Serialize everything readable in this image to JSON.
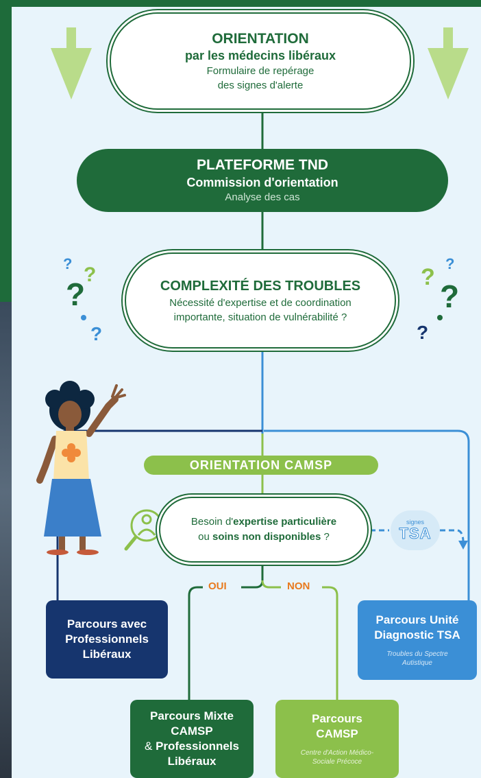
{
  "orientation": {
    "title": "ORIENTATION",
    "subtitle": "par les médecins libéraux",
    "line1": "Formulaire de repérage",
    "line2": "des signes d'alerte"
  },
  "plateforme": {
    "title": "PLATEFORME TND",
    "subtitle": "Commission d'orientation",
    "line1": "Analyse des cas"
  },
  "complexite": {
    "title": "COMPLEXITÉ DES TROUBLES",
    "line1": "Nécessité d'expertise et de coordination",
    "line2": "importante, situation de vulnérabilité ?"
  },
  "camsp_banner": "ORIENTATION CAMSP",
  "besoin": {
    "prefix": "Besoin d'",
    "bold1": "expertise particulière",
    "mid": "ou ",
    "bold2": "soins non disponibles",
    "suffix": " ?"
  },
  "tsa_badge": {
    "small": "signes",
    "big": "TSA"
  },
  "oui_label": "OUI",
  "non_label": "NON",
  "cards": {
    "liberaux": "Parcours avec Professionnels Libéraux",
    "unite_title": "Parcours Unité Diagnostic TSA",
    "unite_sub": "Troubles du Spectre Autistique",
    "mixte_l1": "Parcours Mixte",
    "mixte_l2": "CAMSP",
    "mixte_amp": "& ",
    "mixte_l3": "Professionnels",
    "mixte_l4": "Libéraux",
    "camsp_title": "Parcours CAMSP",
    "camsp_sub": "Centre d'Action Médico-Sociale Précoce"
  },
  "colors": {
    "dark_green": "#1f6b3a",
    "light_green": "#8cc04b",
    "navy": "#16356e",
    "blue": "#3b8fd6",
    "orange": "#e87a1e"
  }
}
